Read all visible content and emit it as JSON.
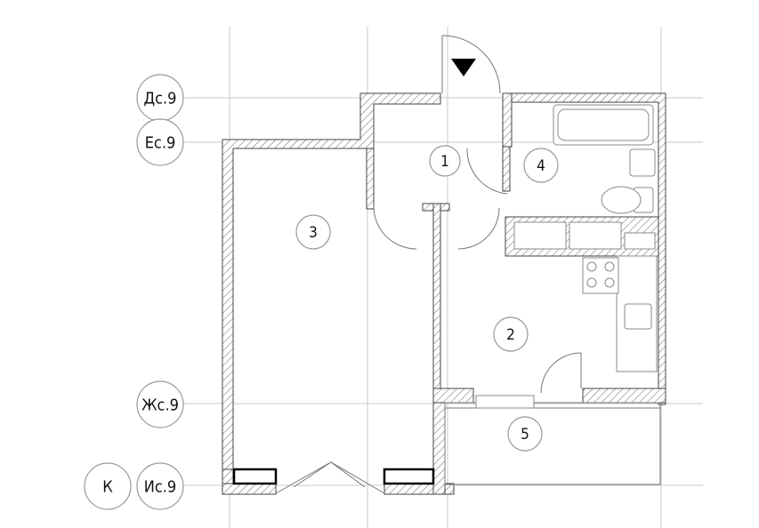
{
  "axes": [
    {
      "label": "Дс.9"
    },
    {
      "label": "Ес.9"
    },
    {
      "label": "Жс.9"
    },
    {
      "label": "Ис.9"
    }
  ],
  "section_mark": "К",
  "rooms": [
    {
      "number": "1"
    },
    {
      "number": "2"
    },
    {
      "number": "3"
    },
    {
      "number": "4"
    },
    {
      "number": "5"
    }
  ]
}
